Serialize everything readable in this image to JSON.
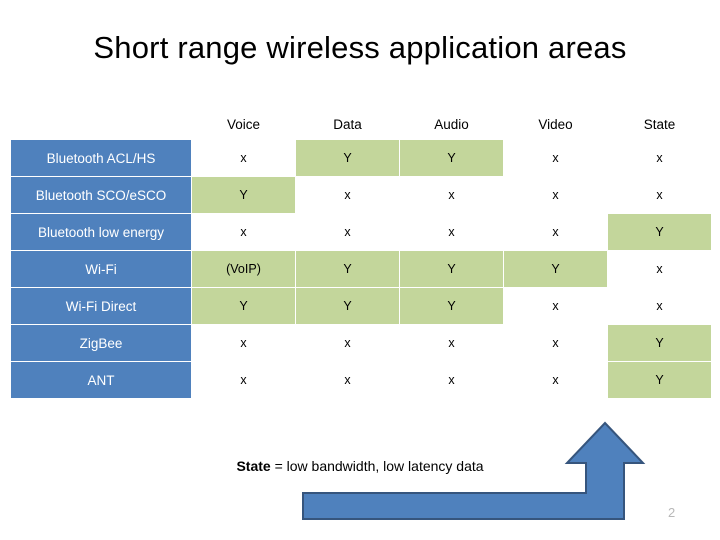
{
  "slide": {
    "title": "Short range wireless application areas",
    "page_number": "2",
    "caption_bold": "State",
    "caption_rest": " = low bandwidth, low latency data"
  },
  "colors": {
    "label_blue": "#4f81bd",
    "highlight_green": "#c3d69b",
    "cell_white": "#ffffff",
    "arrow_fill": "#4f81bd",
    "arrow_stroke": "#36557d",
    "title_text": "#000000",
    "page_number_text": "#b8b8b8"
  },
  "table": {
    "corner_label": "",
    "columns": [
      "Voice",
      "Data",
      "Audio",
      "Video",
      "State"
    ],
    "rows": [
      {
        "label": "Bluetooth ACL/HS",
        "cells": [
          {
            "value": "x",
            "highlight": false
          },
          {
            "value": "Y",
            "highlight": true
          },
          {
            "value": "Y",
            "highlight": true
          },
          {
            "value": "x",
            "highlight": false
          },
          {
            "value": "x",
            "highlight": false
          }
        ]
      },
      {
        "label": "Bluetooth SCO/eSCO",
        "cells": [
          {
            "value": "Y",
            "highlight": true
          },
          {
            "value": "x",
            "highlight": false
          },
          {
            "value": "x",
            "highlight": false
          },
          {
            "value": "x",
            "highlight": false
          },
          {
            "value": "x",
            "highlight": false
          }
        ]
      },
      {
        "label": "Bluetooth low energy",
        "cells": [
          {
            "value": "x",
            "highlight": false
          },
          {
            "value": "x",
            "highlight": false
          },
          {
            "value": "x",
            "highlight": false
          },
          {
            "value": "x",
            "highlight": false
          },
          {
            "value": "Y",
            "highlight": true
          }
        ]
      },
      {
        "label": "Wi-Fi",
        "cells": [
          {
            "value": "(VoIP)",
            "highlight": true
          },
          {
            "value": "Y",
            "highlight": true
          },
          {
            "value": "Y",
            "highlight": true
          },
          {
            "value": "Y",
            "highlight": true
          },
          {
            "value": "x",
            "highlight": false
          }
        ]
      },
      {
        "label": "Wi-Fi Direct",
        "cells": [
          {
            "value": "Y",
            "highlight": true
          },
          {
            "value": "Y",
            "highlight": true
          },
          {
            "value": "Y",
            "highlight": true
          },
          {
            "value": "x",
            "highlight": false
          },
          {
            "value": "x",
            "highlight": false
          }
        ]
      },
      {
        "label": "ZigBee",
        "cells": [
          {
            "value": "x",
            "highlight": false
          },
          {
            "value": "x",
            "highlight": false
          },
          {
            "value": "x",
            "highlight": false
          },
          {
            "value": "x",
            "highlight": false
          },
          {
            "value": "Y",
            "highlight": true
          }
        ]
      },
      {
        "label": "ANT",
        "cells": [
          {
            "value": "x",
            "highlight": false
          },
          {
            "value": "x",
            "highlight": false
          },
          {
            "value": "x",
            "highlight": false
          },
          {
            "value": "x",
            "highlight": false
          },
          {
            "value": "Y",
            "highlight": true
          }
        ]
      }
    ]
  },
  "callout": {
    "shape": "up-arrow-with-elbow-connector",
    "points_to_column": "State"
  }
}
